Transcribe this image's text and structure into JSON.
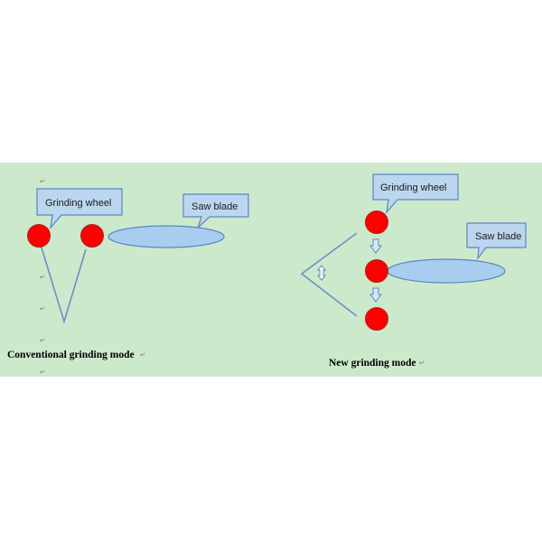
{
  "left": {
    "wheel_label": "Grinding wheel",
    "blade_label": "Saw blade",
    "caption": "Conventional grinding mode"
  },
  "right": {
    "wheel_label": "Grinding wheel",
    "blade_label": "Saw blade",
    "caption": "New grinding mode"
  },
  "paragraph_mark": "↵",
  "colors": {
    "background": "#cce9cc",
    "wheel_fill": "#ff0000",
    "blade_fill": "#a9cdee",
    "callout_fill": "#bcd6ef",
    "stroke": "#5b86c2"
  }
}
